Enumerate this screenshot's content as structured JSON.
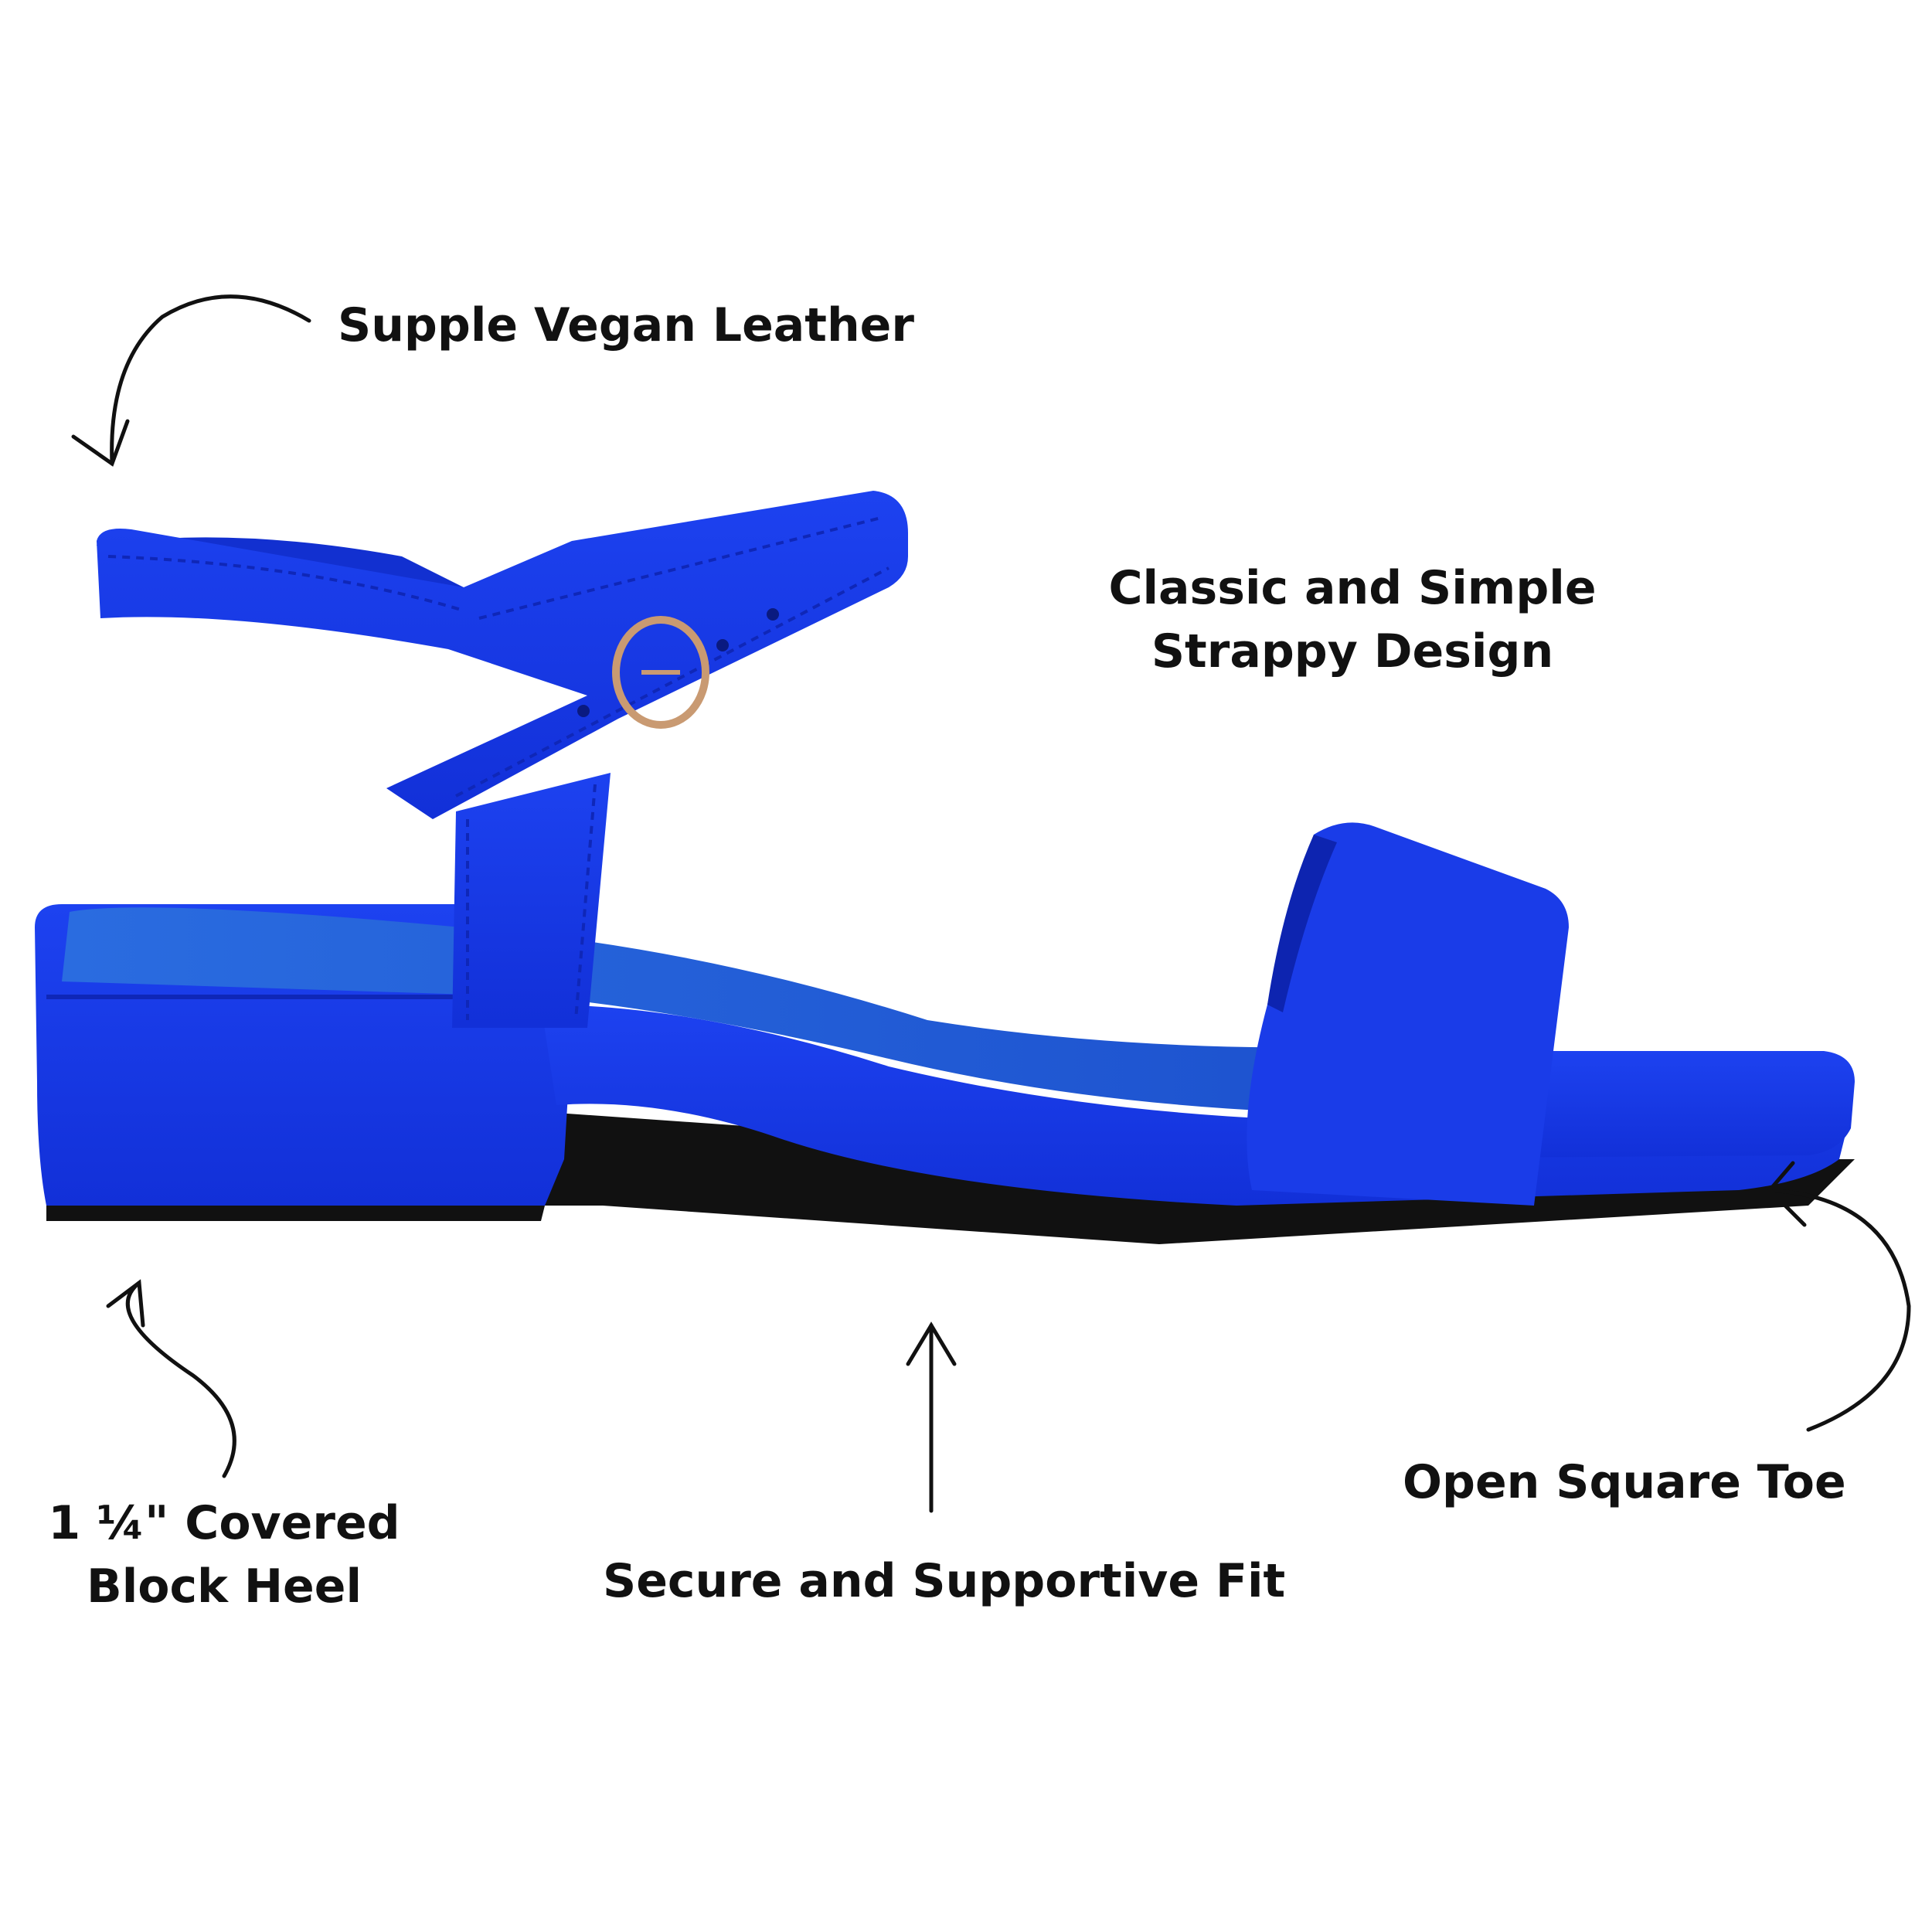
{
  "colors": {
    "suede_blue": "#1534e6",
    "suede_dark": "#0a1fb0",
    "insole_blue": "#1a5bd8",
    "sole_black": "#111111",
    "buckle_gold": "#c99a72",
    "text": "#111111",
    "background": "#ffffff"
  },
  "callouts": {
    "supple": "Supple Vegan Leather",
    "classic_line1": "Classic and Simple",
    "classic_line2": "Strappy Design",
    "heel_line1": "1 ¼\" Covered",
    "heel_line2": "Block Heel",
    "fit": "Secure and Supportive Fit",
    "toe": "Open Square Toe"
  }
}
